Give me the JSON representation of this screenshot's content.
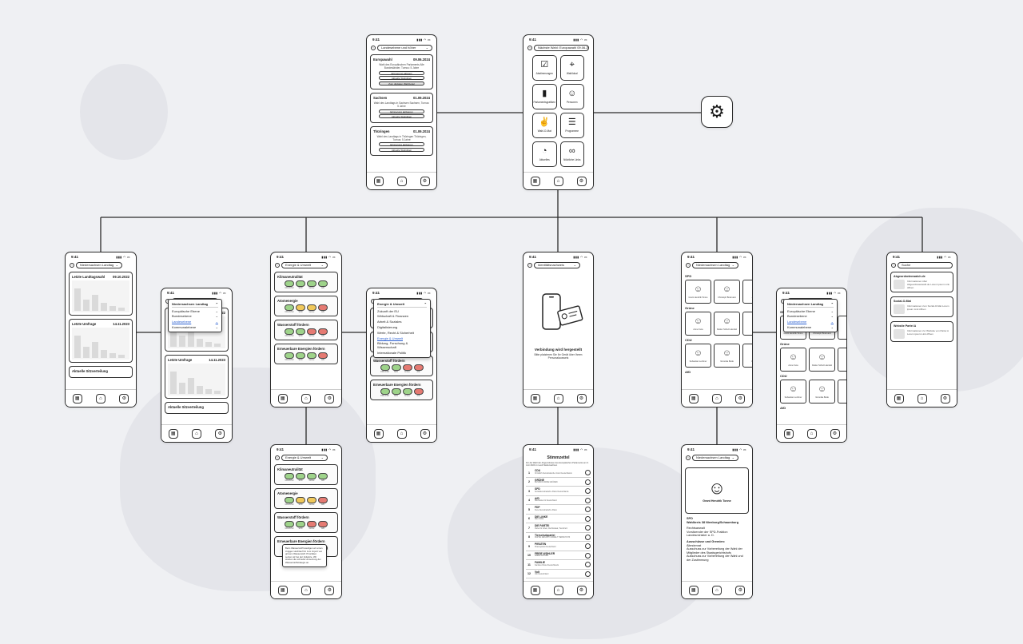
{
  "status_time": "9:41",
  "nav_icons": [
    "calendar-icon",
    "home-icon",
    "gear-icon"
  ],
  "elections_screen": {
    "dropdown": "Landesebene und höher",
    "cards": [
      {
        "title": "Europawahl",
        "date": "09.06.2024",
        "desc": "Wahl des Europäischen Parlaments Alle Bundesländer, Turnus: 5 Jahre",
        "buttons": [
          "Erinnerung aktiviert",
          "Aktuelle Statistiken",
          "Zum digitalen Wahlzettel"
        ]
      },
      {
        "title": "Sachsen",
        "date": "01.09.2024",
        "desc": "Wahl des Landtags in Sachsen Sachsen, Turnus: 5 Jahre",
        "buttons": [
          "Erinnerung aktivieren",
          "Aktuelle Statistiken"
        ]
      },
      {
        "title": "Thüringen",
        "date": "01.09.2024",
        "desc": "Wahl des Landtags in Thüringen Thüringen, Turnus: 5 Jahre",
        "buttons": [
          "Erinnerung aktivieren",
          "Aktuelle Statistiken"
        ]
      }
    ]
  },
  "home_screen": {
    "next_election": "Nächste Wahl: Europawahl 09.06.2024",
    "tiles": [
      {
        "label": "Abstimmungen",
        "icon": "clipboard-check-icon"
      },
      {
        "label": "Wahllokal",
        "icon": "map-icon"
      },
      {
        "label": "Parlamentsgrafiken",
        "icon": "bar-chart-icon"
      },
      {
        "label": "Personen",
        "icon": "person-icon"
      },
      {
        "label": "Wahl-O-Mat",
        "icon": "thumbs-icon"
      },
      {
        "label": "Programme",
        "icon": "document-icon"
      },
      {
        "label": "Aktuelles",
        "icon": "news-icon"
      },
      {
        "label": "Nützliche Links",
        "icon": "link-icon"
      }
    ]
  },
  "stats_screen": {
    "dropdown": "Niedersachsen Landtag",
    "cards": [
      {
        "title": "Letzte Landtagswahl",
        "date": "09.10.2022"
      },
      {
        "title": "Letzte Umfrage",
        "date": "14.11.2023"
      },
      {
        "title": "Aktuelle Sitzverteilung",
        "date": ""
      }
    ],
    "levels": [
      "Europäische Ebene",
      "Bundesebene",
      "Landesebene",
      "Kommunalebene"
    ]
  },
  "topics_screen": {
    "dropdown": "Energie & Umwelt",
    "cards": [
      "Klimaneutralität",
      "Atomenergie",
      "Wasserstoff fördern",
      "Erneuerbare Energien fördern"
    ],
    "parties": [
      "CDU/CSU",
      "SPD",
      "Grüne",
      "AfD"
    ],
    "topic_options": [
      "Zukunft der EU",
      "Wirtschaft & Finanzen",
      "Arbeit & Soziales",
      "Digitalisierung",
      "Werte, Recht & Sicherheit",
      "Energie & Umwelt",
      "Bildung, Forschung & Wissenschaft",
      "Internationale Politik"
    ],
    "tooltip": "Beim Wasserstoff beteiligen wir einen zügigen Hochlauf hin zum Import von grünem Wasserstoff. Prioritäten setzen wir bei der Industrie. Wir streben die schnelle Umsetzung der Wasserstoffstrategie an."
  },
  "id_screen": {
    "dropdown": "Identitätsnachweis",
    "title": "Verbindung wird hergestellt",
    "desc": "Bitte platzieren Sie Ihr Gerät über Ihrem Personalausweis"
  },
  "ballot_screen": {
    "title": "Stimmzettel",
    "sub": "Für die Wahl der Abgeordneten des Europäischen Parlaments am 9. Juni 2024 im Land Niedersachsen",
    "rows": [
      {
        "n": "1",
        "party": "CDU",
        "full": "Christlich Demokratische Union Deutschlands"
      },
      {
        "n": "2",
        "party": "GRÜNE",
        "full": "BÜNDNIS 90/DIE GRÜNEN"
      },
      {
        "n": "3",
        "party": "SPD",
        "full": "Sozialdemokratische Partei Deutschlands"
      },
      {
        "n": "4",
        "party": "AfD",
        "full": "Alternative für Deutschland"
      },
      {
        "n": "5",
        "party": "FDP",
        "full": "Freie Demokratische Partei"
      },
      {
        "n": "6",
        "party": "DIE LINKE",
        "full": "DIE LINKE"
      },
      {
        "n": "7",
        "party": "DIE PARTEI",
        "full": "Partei für Arbeit, Rechtsstaat, Tierschutz"
      },
      {
        "n": "8",
        "party": "Tierschutzpartei",
        "full": "PARTEI MENSCH UMWELT TIERSCHUTZ"
      },
      {
        "n": "9",
        "party": "PIRATEN",
        "full": "Piratenpartei Deutschland"
      },
      {
        "n": "10",
        "party": "FREIE WÄHLER",
        "full": "FREIE WÄHLER"
      },
      {
        "n": "11",
        "party": "FAMILIE",
        "full": "Familien-Partei Deutschlands"
      },
      {
        "n": "12",
        "party": "Volt",
        "full": "Volt Deutschland"
      }
    ]
  },
  "people_screen": {
    "dropdown": "Niedersachsen Landtag",
    "groups": [
      {
        "party": "SPD",
        "names": [
          "Grant Hendrik Tonne",
          "Christoph Bratmann",
          "Johanne"
        ]
      },
      {
        "party": "Grüne",
        "names": [
          "Anne Kura",
          "Detlev Schulz-Hendel",
          "Christ"
        ]
      },
      {
        "party": "CDU",
        "names": [
          "Sebastian Lechner",
          "Veronika Bode",
          "Lutz Win"
        ]
      },
      {
        "party": "AfD",
        "names": []
      }
    ],
    "second_groups": [
      {
        "party": "SPD",
        "names": [
          "Grant Hendrik Tonne",
          "Christoph Bratmann",
          "Johanne"
        ]
      },
      {
        "party": "Grüne",
        "names": [
          "Anne Kura",
          "Detlev Schulz-Hendel",
          "Christ"
        ]
      },
      {
        "party": "CDU",
        "names": [
          "Sebastian Lechner",
          "Veronika Bode",
          "Lutz Win"
        ]
      },
      {
        "party": "AfD",
        "names": []
      }
    ]
  },
  "person_detail": {
    "name": "Grant Hendrik Tonne",
    "lines": [
      "SPD",
      "Wahlkreis 38 Nienburg/Schaumburg",
      "Rechtsanwalt",
      "Vorsitzender der SPD-Fraktion",
      "Landesminister a. D.",
      "Ausschüsse und Gremien:",
      "Ältestenrat",
      "Ausschuss zur Vorbereitung der Wahl der Mitglieder des Staatsgerichtshofs",
      "Ausschuss zur Vorbereitung der Wahl und der Zustimmung"
    ]
  },
  "links_screen": {
    "search": "Suche",
    "cards": [
      {
        "title": "Abgeordnetenwatch.de",
        "desc": "Informationen über Abgeordnete/wahl.de Lorem ipsum Link öffnen"
      },
      {
        "title": "Sozial-O-Mat",
        "desc": "Informationen zum Sozial-O-Mat Lorem ipsum Link öffnen"
      },
      {
        "title": "Website Partei A",
        "desc": "Informationen zur Website von Partei A Lorem ipsum Link öffnen"
      }
    ]
  }
}
